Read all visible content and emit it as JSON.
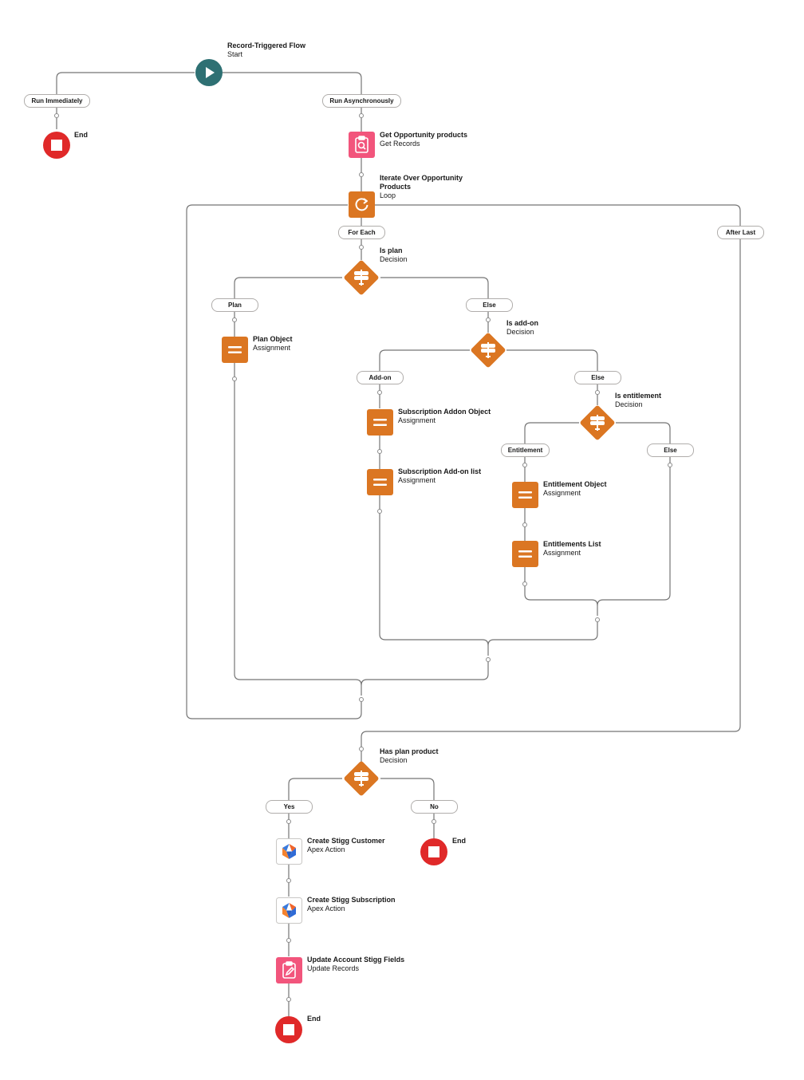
{
  "flow": {
    "start": {
      "title": "Record-Triggered Flow",
      "sub": "Start"
    },
    "paths": {
      "run_immediately": "Run Immediately",
      "run_async": "Run Asynchronously"
    },
    "end_label": "End",
    "get_products": {
      "title": "Get Opportunity products",
      "sub": "Get Records"
    },
    "loop": {
      "title_line1": "Iterate Over Opportunity",
      "title_line2": "Products",
      "sub": "Loop"
    },
    "loop_paths": {
      "for_each": "For Each",
      "after_last": "After Last"
    },
    "is_plan": {
      "title": "Is plan",
      "sub": "Decision",
      "yes": "Plan",
      "else": "Else"
    },
    "plan_object": {
      "title": "Plan Object",
      "sub": "Assignment"
    },
    "is_addon": {
      "title": "Is add-on",
      "sub": "Decision",
      "yes": "Add-on",
      "else": "Else"
    },
    "sub_addon_object": {
      "title": "Subscription Addon Object",
      "sub": "Assignment"
    },
    "sub_addon_list": {
      "title": "Subscription Add-on list",
      "sub": "Assignment"
    },
    "is_entitlement": {
      "title": "Is entitlement",
      "sub": "Decision",
      "yes": "Entitlement",
      "else": "Else"
    },
    "ent_object": {
      "title": "Entitlement Object",
      "sub": "Assignment"
    },
    "ent_list": {
      "title": "Entitlements List",
      "sub": "Assignment"
    },
    "has_plan": {
      "title": "Has plan product",
      "sub": "Decision",
      "yes": "Yes",
      "no": "No"
    },
    "create_customer": {
      "title": "Create Stigg Customer",
      "sub": "Apex Action"
    },
    "create_subscription": {
      "title": "Create Stigg Subscription",
      "sub": "Apex Action"
    },
    "update_account": {
      "title": "Update Account Stigg Fields",
      "sub": "Update Records"
    }
  },
  "colors": {
    "start": "#2e7073",
    "end": "#e02929",
    "records": "#f2557c",
    "logic": "#db7622",
    "line": "#747474"
  },
  "icons": {
    "start": "play-icon",
    "end": "stop-icon",
    "get_records": "clipboard-search-icon",
    "loop": "loop-icon",
    "decision": "decision-icon",
    "assignment": "equals-icon",
    "apex": "stigg-logo-icon",
    "update_records": "clipboard-pencil-icon"
  }
}
